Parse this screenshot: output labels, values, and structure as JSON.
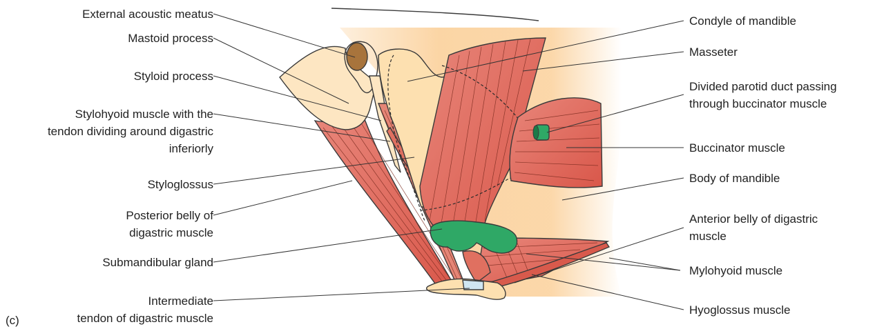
{
  "panel_label": "(c)",
  "labels": {
    "external_acoustic_meatus": "External acoustic meatus",
    "mastoid_process": "Mastoid process",
    "styloid_process": "Styloid process",
    "stylohyoid": [
      "Stylohyoid muscle with the",
      "tendon dividing around digastric",
      "inferiorly"
    ],
    "styloglossus": "Styloglossus",
    "posterior_belly": [
      "Posterior belly of",
      "digastric muscle"
    ],
    "submandibular_gland": "Submandibular gland",
    "intermediate_tendon": [
      "Intermediate",
      "tendon of digastric muscle"
    ],
    "condyle_of_mandible": "Condyle of mandible",
    "masseter": "Masseter",
    "parotid_duct": [
      "Divided parotid duct passing",
      "through buccinator muscle"
    ],
    "buccinator": "Buccinator muscle",
    "body_of_mandible": "Body of mandible",
    "anterior_belly": [
      "Anterior belly of digastric",
      "muscle"
    ],
    "mylohyoid": "Mylohyoid muscle",
    "hyoglossus": "Hyoglossus muscle"
  },
  "colors": {
    "muscle": "#e0685a",
    "bone": "#fde0b0",
    "skin_gradient_from": "#fbd3a0",
    "gland": "#2fa866",
    "ear_canal": "#a8743c",
    "tendon": "#cfe6f2"
  }
}
